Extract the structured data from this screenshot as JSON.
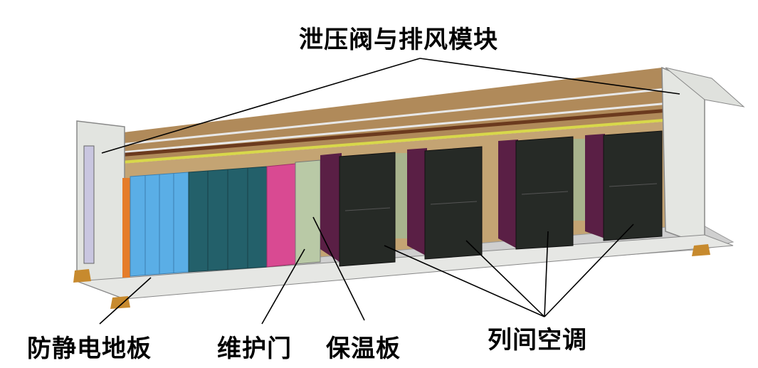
{
  "labels": {
    "vent_module": "泄压阀与排风模块",
    "antistatic_floor": "防静电地板",
    "maintenance_door": "维护门",
    "insulation_panel": "保温板",
    "inrow_ac": "列间空调"
  },
  "colors": {
    "ceiling": "#b08a5a",
    "floor": "#c9c9c9",
    "frame": "#d8dcd8",
    "orange": "#e57c2a",
    "blue": "#5aaee6",
    "teal": "#23606a",
    "pink": "#d94a92",
    "door_glass": "#b9c9a6",
    "insulation": "#5a1f45",
    "rack": "#262a26",
    "yellow_rail": "#d8d84a"
  }
}
